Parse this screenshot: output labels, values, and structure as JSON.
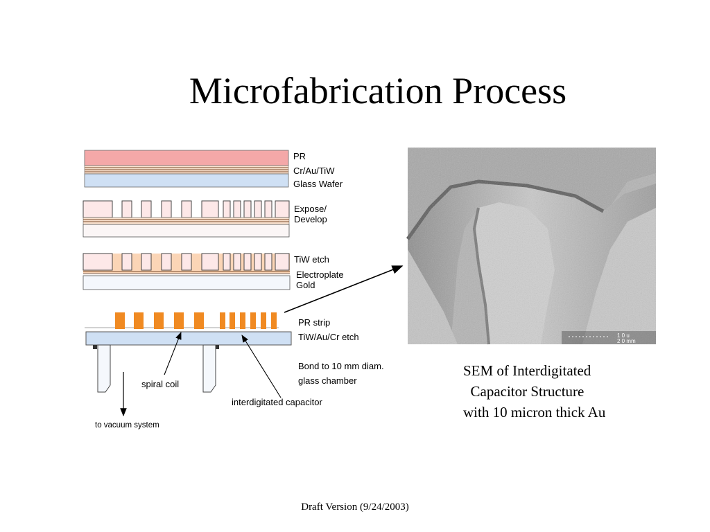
{
  "title": "Microfabrication Process",
  "steps": {
    "step1": {
      "labels": [
        "PR",
        "Cr/Au/TiW",
        "Glass Wafer"
      ]
    },
    "step2": {
      "labels": [
        "Expose/",
        "Develop"
      ]
    },
    "step3": {
      "labels": [
        "TiW etch",
        "Electroplate",
        "Gold"
      ]
    },
    "step4": {
      "labels": [
        "PR strip",
        "TiW/Au/Cr etch"
      ]
    }
  },
  "annotations": {
    "bond_line1": "Bond to 10 mm diam.",
    "bond_line2": "glass chamber",
    "spiral_coil": "spiral coil",
    "interdigitated_capacitor": "interdigitated capacitor",
    "vacuum": "to vacuum system"
  },
  "sem": {
    "scale_line1": "1 0 u",
    "scale_line2": "2 0 mm",
    "caption": [
      "SEM of Interdigitated",
      "  Capacitor Structure",
      "with 10 micron thick Au"
    ]
  },
  "footer": "Draft Version (9/24/2003)",
  "colors": {
    "photoresist": "#f4a8a8",
    "photoresist_light": "#fde8e8",
    "glass": "#cfe0f4",
    "gold": "#f7b27a",
    "gold_dark": "#e87f1c",
    "metal_line": "#7a4a2a"
  }
}
